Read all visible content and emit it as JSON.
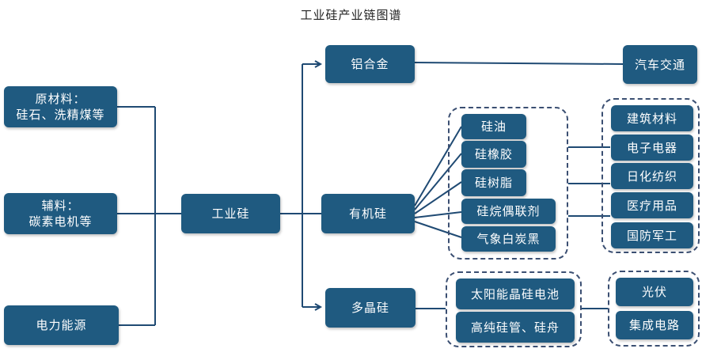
{
  "title": "工业硅产业链图谱",
  "raw_materials": {
    "main": {
      "line1": "原材料：",
      "line2": "硅石、洗精煤等"
    },
    "auxiliary": {
      "line1": "辅料：",
      "line2": "碳素电机等"
    },
    "power": "电力能源"
  },
  "center": "工业硅",
  "midstream": {
    "aluminum": "铝合金",
    "organic": "有机硅",
    "poly": "多晶硅"
  },
  "organic_products": [
    "硅油",
    "硅橡胶",
    "硅树脂",
    "硅烷偶联剂",
    "气象白炭黑"
  ],
  "poly_products": [
    "太阳能晶硅电池",
    "高纯硅管、硅舟"
  ],
  "applications": {
    "aluminum": "汽车交通",
    "organic": [
      "建筑材料",
      "电子电器",
      "日化纺织",
      "医疗用品",
      "国防军工"
    ],
    "poly": [
      "光伏",
      "集成电路"
    ]
  }
}
